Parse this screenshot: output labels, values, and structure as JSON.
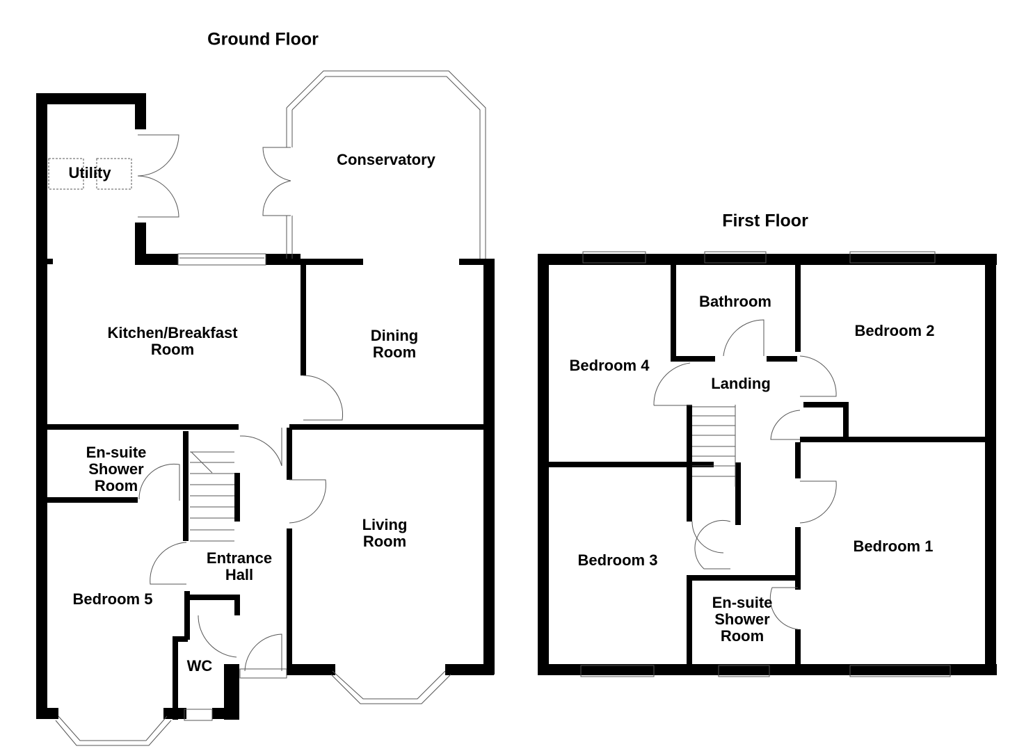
{
  "floors": [
    {
      "title": "Ground Floor",
      "rooms": [
        {
          "name": "Utility"
        },
        {
          "name": "Conservatory"
        },
        {
          "name": "Kitchen/Breakfast\nRoom"
        },
        {
          "name": "Dining\nRoom"
        },
        {
          "name": "En-suite\nShower\nRoom"
        },
        {
          "name": "Living\nRoom"
        },
        {
          "name": "Entrance\nHall"
        },
        {
          "name": "Bedroom 5"
        },
        {
          "name": "WC"
        }
      ]
    },
    {
      "title": "First Floor",
      "rooms": [
        {
          "name": "Bathroom"
        },
        {
          "name": "Bedroom 2"
        },
        {
          "name": "Bedroom 4"
        },
        {
          "name": "Landing"
        },
        {
          "name": "Bedroom 3"
        },
        {
          "name": "Bedroom 1"
        },
        {
          "name": "En-suite\nShower\nRoom"
        }
      ]
    }
  ],
  "colors": {
    "wall": "#000000",
    "background": "#ffffff",
    "line": "#555555"
  }
}
